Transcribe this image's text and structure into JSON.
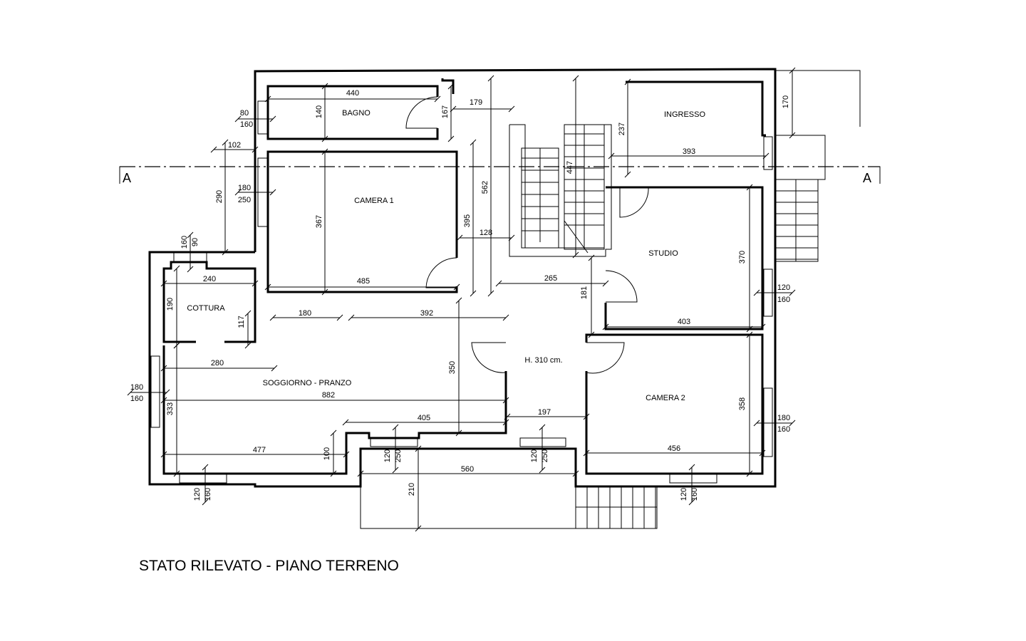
{
  "title": "STATO RILEVATO - PIANO TERRENO",
  "section_marks": [
    "A",
    "A"
  ],
  "rooms": {
    "bagno": "BAGNO",
    "camera1": "CAMERA 1",
    "cottura": "COTTURA",
    "soggiorno": "SOGGIORNO - PRANZO",
    "height": "H. 310 cm.",
    "studio": "STUDIO",
    "ingresso": "INGRESSO",
    "camera2": "CAMERA 2"
  },
  "dims": [
    "440",
    "140",
    "80",
    "160",
    "179",
    "167",
    "102",
    "290",
    "180",
    "250",
    "367",
    "395",
    "562",
    "128",
    "447",
    "237",
    "393",
    "170",
    "160",
    "90",
    "240",
    "485",
    "265",
    "181",
    "370",
    "120",
    "160",
    "403",
    "190",
    "117",
    "180",
    "392",
    "280",
    "882",
    "350",
    "333",
    "180",
    "160",
    "405",
    "197",
    "358",
    "180",
    "160",
    "477",
    "100",
    "456",
    "120",
    "250",
    "120",
    "250",
    "560",
    "210",
    "120",
    "160",
    "120",
    "160"
  ]
}
